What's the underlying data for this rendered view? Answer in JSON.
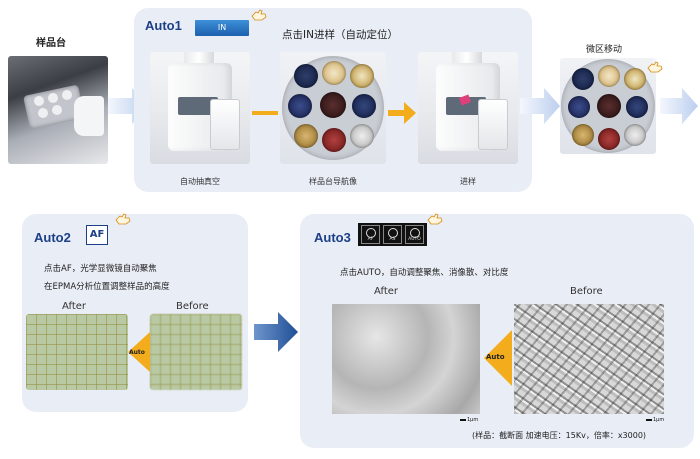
{
  "stage": {
    "label": "样品台"
  },
  "auto1": {
    "title": "Auto1",
    "in_button": "IN",
    "heading": "点击IN进样（自动定位）",
    "captions": [
      "自动抽真空",
      "样品台导航像",
      "进样"
    ]
  },
  "micro_move": {
    "label": "微区移动"
  },
  "auto2": {
    "title": "Auto2",
    "af_button": "AF",
    "desc_line1": "点击AF，光学显微镜自动聚焦",
    "desc_line2": "在EPMA分析位置调整样品的高度",
    "after_label": "After",
    "before_label": "Before",
    "arrow_label": "Auto"
  },
  "auto3": {
    "title": "Auto3",
    "icons": [
      "AF",
      "AS",
      "AUTO"
    ],
    "desc": "点击AUTO，自动调整聚焦、消像散、对比度",
    "after_label": "After",
    "before_label": "Before",
    "arrow_label": "Auto",
    "scale_left": "1μm",
    "scale_right": "1μm",
    "footnote": "(样品：截断面  加速电压：15Kv，倍率：x3000)"
  },
  "colors": {
    "panel_bg": "#e9edf6",
    "title_blue": "#1c3f87",
    "arrow_orange": "#f2ac1c",
    "arrow_light_blue": "#bccfee",
    "arrow_dark_blue": "#2b5fa8"
  }
}
